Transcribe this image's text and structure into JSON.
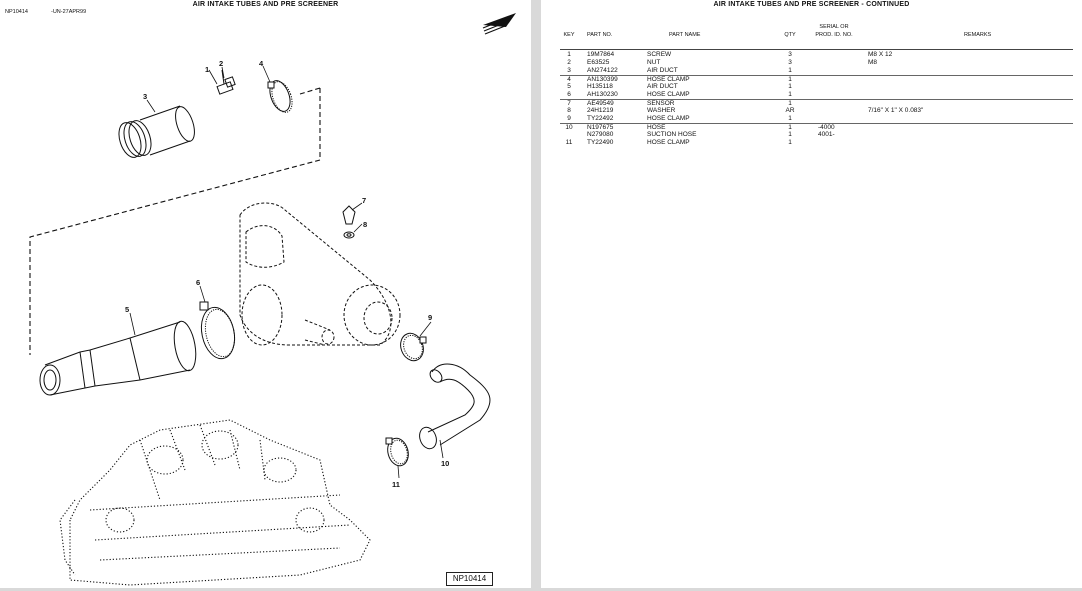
{
  "left_page": {
    "title": "AIR INTAKE TUBES AND PRE SCREENER",
    "figure_id": "NP10414",
    "figure_date": "-UN-27APR99",
    "figure_label": "NP10414",
    "callouts": [
      "1",
      "2",
      "3",
      "4",
      "5",
      "6",
      "7",
      "8",
      "9",
      "10",
      "11"
    ],
    "orientation_icon": "front-arrow-icon"
  },
  "right_page": {
    "title": "AIR INTAKE TUBES AND PRE SCREENER - CONTINUED",
    "columns": {
      "key": "KEY",
      "part_no": "PART NO.",
      "part_name": "PART NAME",
      "qty": "QTY",
      "serial_line1": "SERIAL OR",
      "serial_line2": "PROD. ID. NO.",
      "remarks": "REMARKS"
    },
    "rows": [
      {
        "key": "1",
        "part_no": "19M7864",
        "name": "SCREW",
        "qty": "3",
        "serial": "",
        "remarks": "M8 X 12"
      },
      {
        "key": "2",
        "part_no": "E63525",
        "name": "NUT",
        "qty": "3",
        "serial": "",
        "remarks": "M8"
      },
      {
        "key": "3",
        "part_no": "AN274122",
        "name": "AIR DUCT",
        "qty": "1",
        "serial": "",
        "remarks": ""
      },
      {
        "key": "4",
        "part_no": "AN130399",
        "name": "HOSE CLAMP",
        "qty": "1",
        "serial": "",
        "remarks": ""
      },
      {
        "key": "5",
        "part_no": "H135118",
        "name": "AIR DUCT",
        "qty": "1",
        "serial": "",
        "remarks": ""
      },
      {
        "key": "6",
        "part_no": "AH130230",
        "name": "HOSE CLAMP",
        "qty": "1",
        "serial": "",
        "remarks": ""
      },
      {
        "key": "7",
        "part_no": "AE49549",
        "name": "SENSOR",
        "qty": "1",
        "serial": "",
        "remarks": ""
      },
      {
        "key": "8",
        "part_no": "24H1219",
        "name": "WASHER",
        "qty": "AR",
        "serial": "",
        "remarks": "7/16\" X 1\" X 0.083\""
      },
      {
        "key": "9",
        "part_no": "TY22492",
        "name": "HOSE CLAMP",
        "qty": "1",
        "serial": "",
        "remarks": ""
      },
      {
        "key": "10",
        "part_no": "N197675",
        "name": "HOSE",
        "qty": "1",
        "serial": "-4000",
        "remarks": ""
      },
      {
        "key": "",
        "part_no": "N279080",
        "name": "SUCTION HOSE",
        "qty": "1",
        "serial": "4001-",
        "remarks": ""
      },
      {
        "key": "11",
        "part_no": "TY22490",
        "name": "HOSE CLAMP",
        "qty": "1",
        "serial": "",
        "remarks": ""
      }
    ]
  }
}
